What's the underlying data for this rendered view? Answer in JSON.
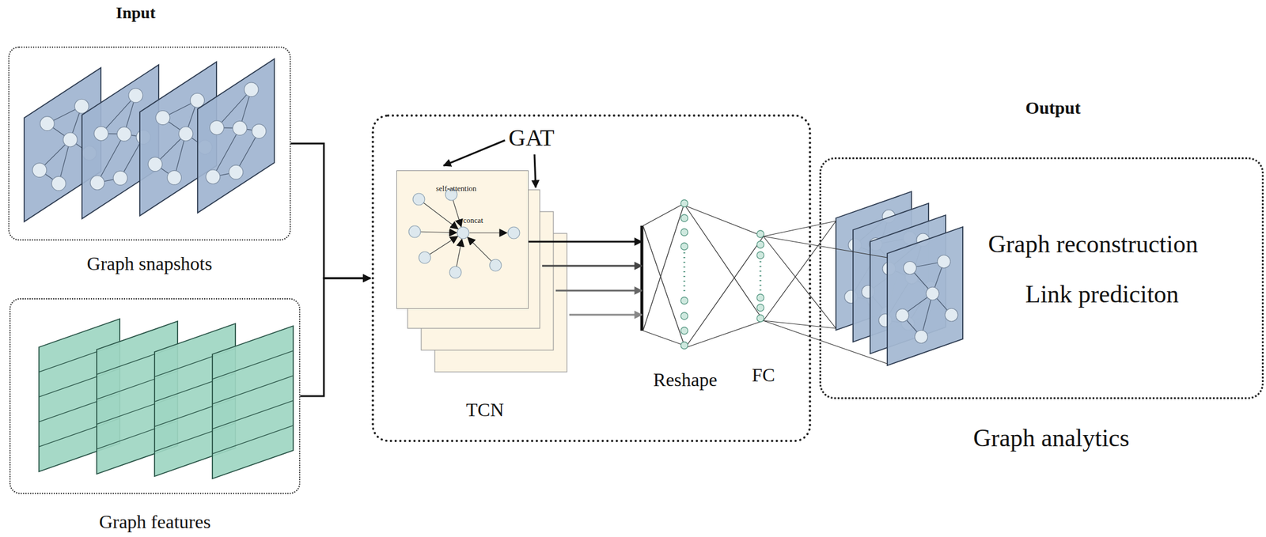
{
  "diagram": {
    "nodes": [
      {
        "text": [
          "Graph snapshots"
        ]
      },
      {
        "text": [
          "Graph features"
        ]
      },
      {
        "text": [
          "TCN"
        ]
      },
      {
        "text": [
          "self-attention",
          "concat"
        ],
        "in": 2
      },
      {
        "text": [
          "Reshape"
        ],
        "in": 2
      },
      {
        "text": [
          "FC"
        ],
        "in": 2
      },
      {
        "text": [
          "Output",
          "Graph reconstruction",
          "Link prediciton",
          "Graph analytics"
        ]
      }
    ],
    "edges": [
      {
        "from": 0,
        "to": 2,
        "arrow": "to"
      },
      {
        "from": 1,
        "to": 2,
        "arrow": "to"
      },
      {
        "from": 3,
        "to": 4,
        "arrow": "to"
      },
      {
        "from": 4,
        "to": 5,
        "arrow": "none"
      },
      {
        "from": 5,
        "to": 6,
        "arrow": "none"
      }
    ],
    "labels": [
      "Input",
      "GAT"
    ]
  }
}
